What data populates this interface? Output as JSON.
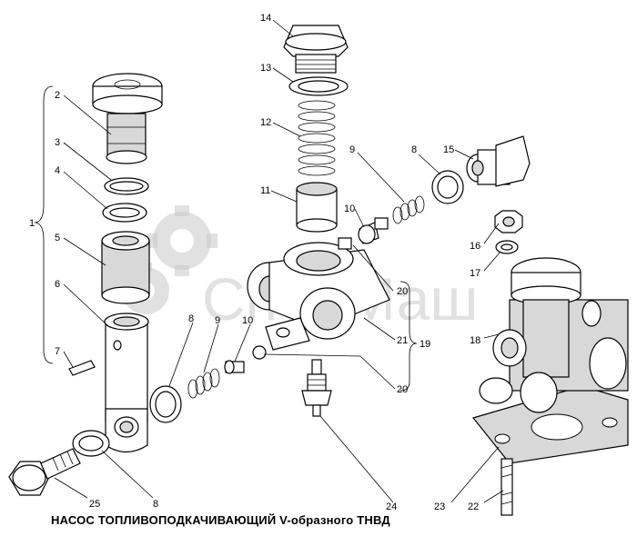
{
  "caption": "НАСОС ТОПЛИВОПОДКАЧИВАЮЩИЙ V-образного ТНВД",
  "watermark": "СпецМаш",
  "callouts": {
    "c1": "1",
    "c2": "2",
    "c3": "3",
    "c4": "4",
    "c5": "5",
    "c6": "6",
    "c7": "7",
    "c8a": "8",
    "c8b": "8",
    "c8c": "8",
    "c9a": "9",
    "c9b": "9",
    "c10a": "10",
    "c10b": "10",
    "c11": "11",
    "c12": "12",
    "c13": "13",
    "c14": "14",
    "c15": "15",
    "c16": "16",
    "c17": "17",
    "c18": "18",
    "c19": "19",
    "c20a": "20",
    "c20b": "20",
    "c21": "21",
    "c22": "22",
    "c23": "23",
    "c24": "24",
    "c25": "25"
  },
  "colors": {
    "line": "#000000",
    "watermark": "#c9c9c9",
    "background": "#ffffff"
  }
}
